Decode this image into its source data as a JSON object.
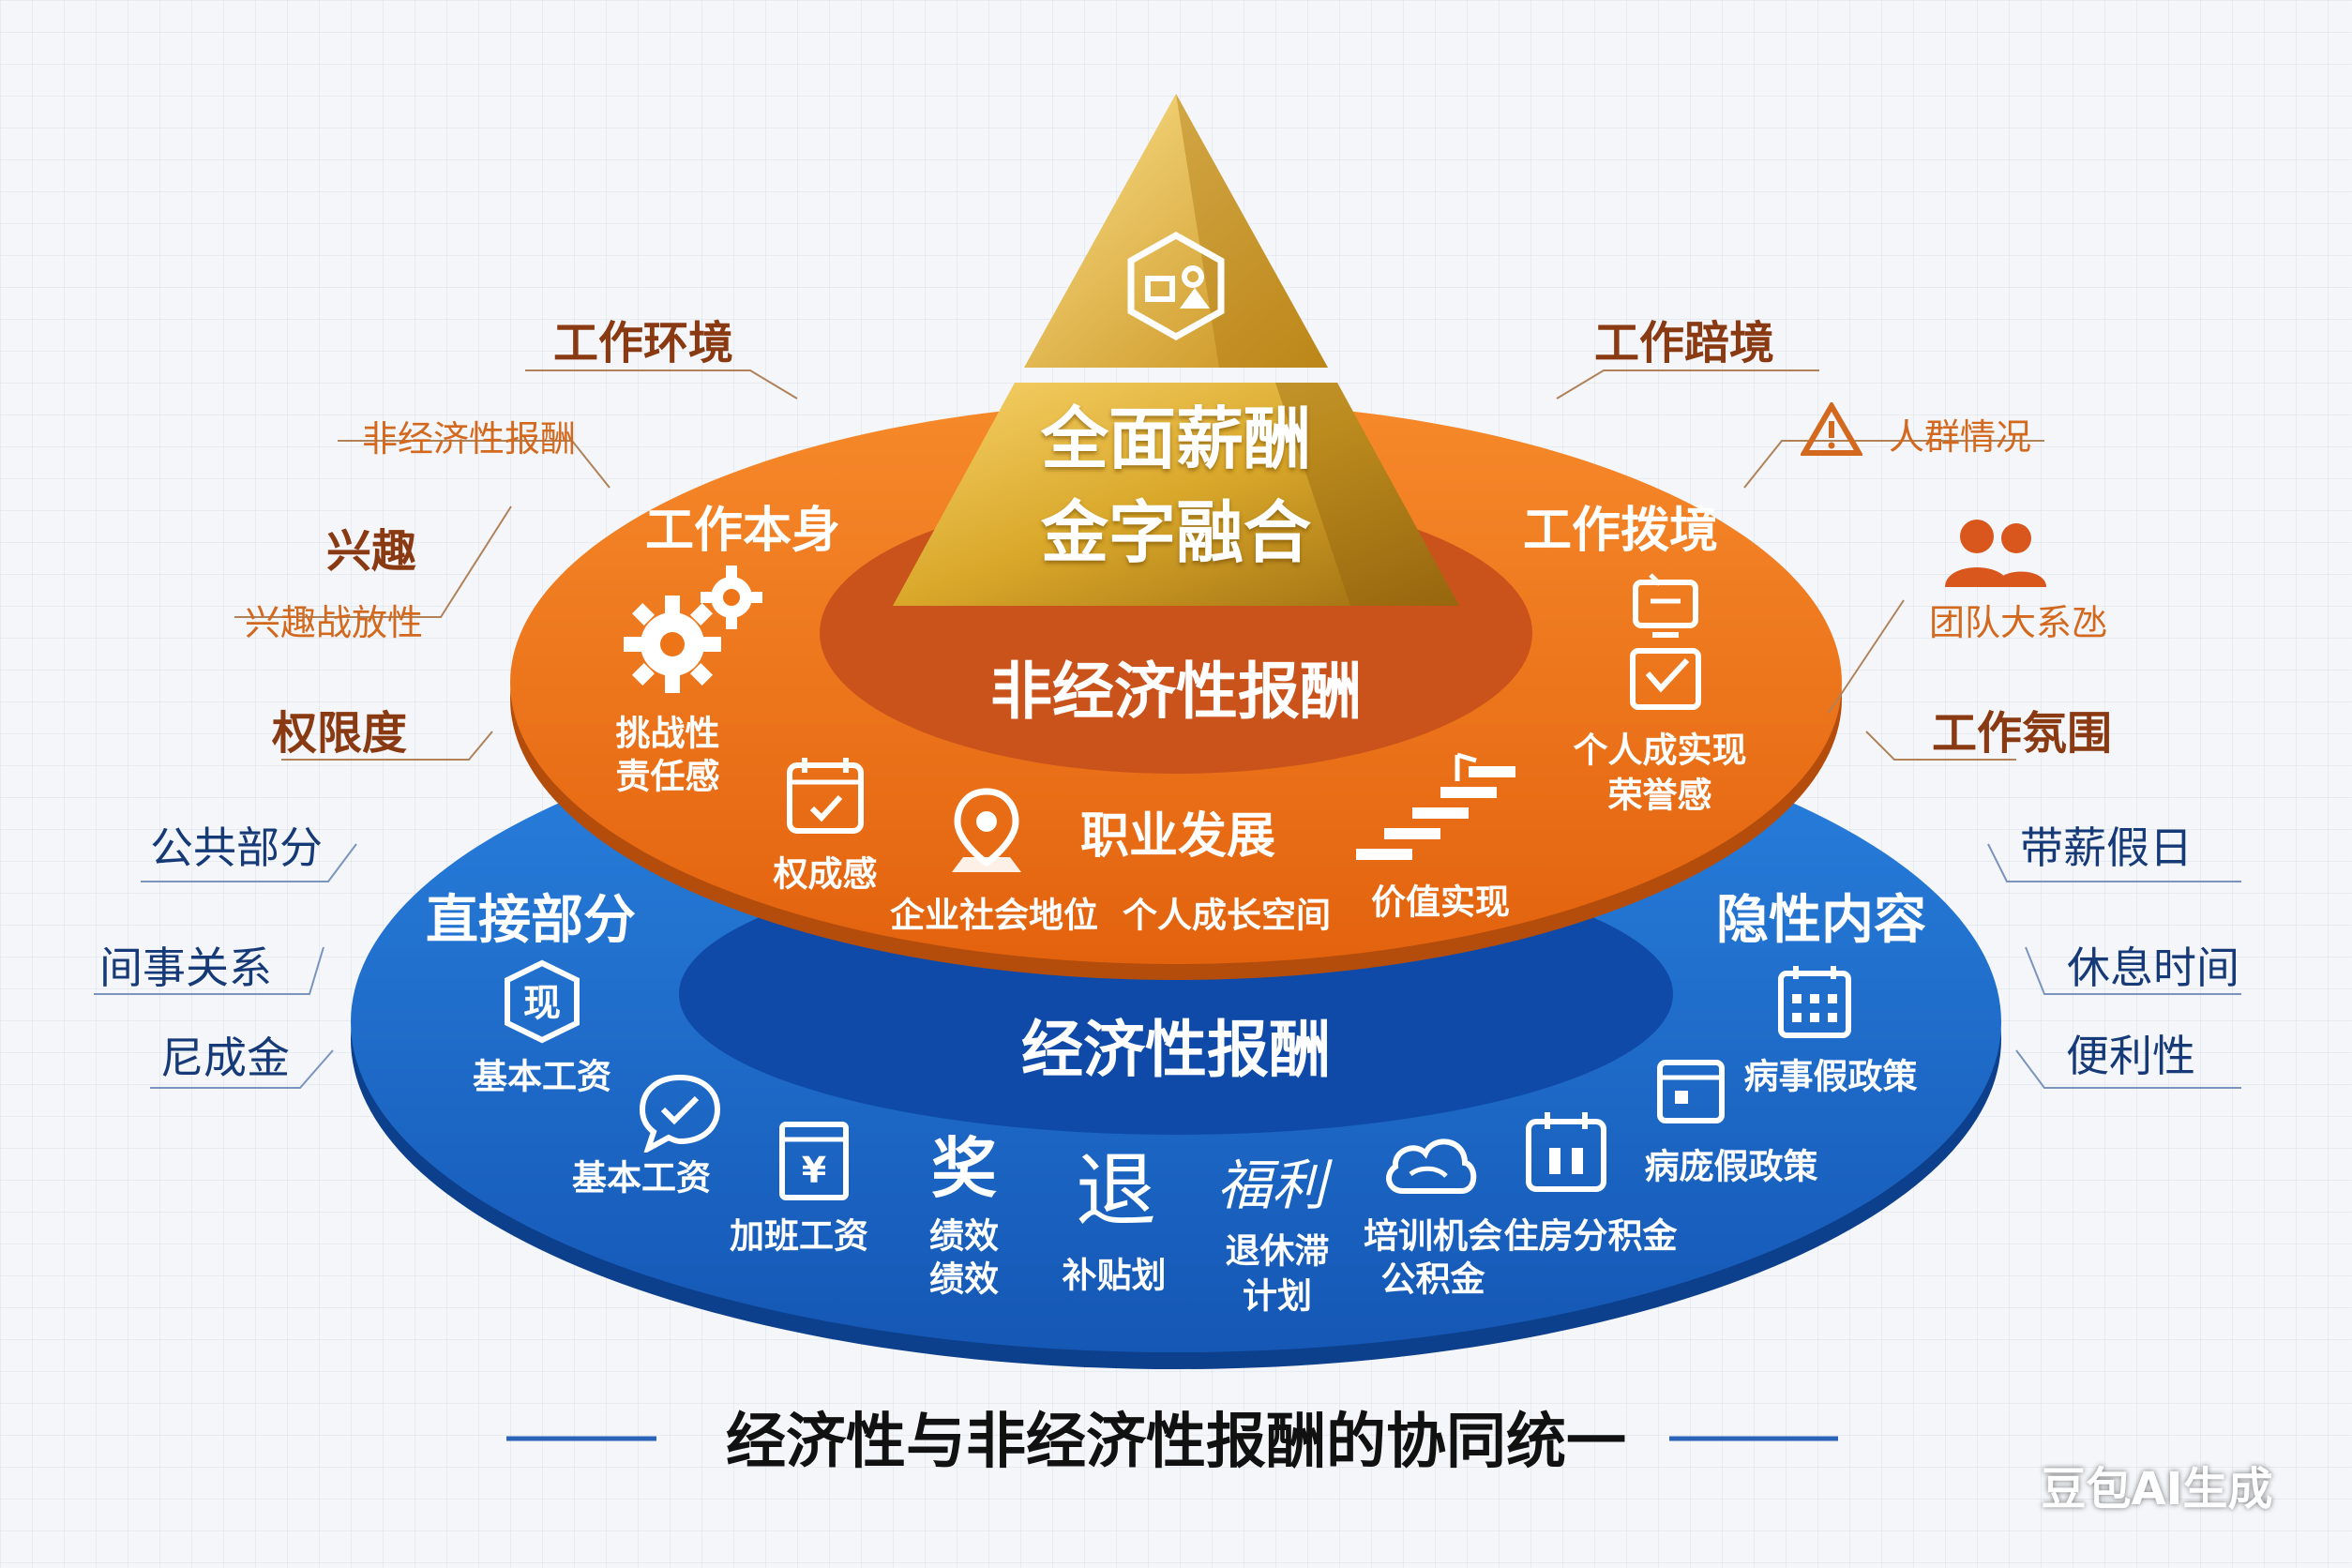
{
  "apex": {
    "line1": "全面薪酬",
    "line2": "金字融合"
  },
  "non_economic": {
    "label": "非经济性报酬",
    "work_itself": "工作本身",
    "challenge": "挑战性",
    "responsibility": "责任感",
    "authority": "权成感",
    "career": "职业发展",
    "social_status": "企业社会地位",
    "growth_space": "个人成长空间",
    "value_realization": "价值实现",
    "work_environment": "工作拨境",
    "self_realization": "个人成实现",
    "honor": "荣誉感"
  },
  "economic": {
    "label": "经济性报酬",
    "direct": "直接部分",
    "cash_glyph": "现",
    "basic_wage_1": "基本工资",
    "basic_wage_2": "基本工资",
    "overtime": "加班工资",
    "bonus_glyph": "奖",
    "performance_1": "绩效",
    "performance_2": "绩效",
    "retire_glyph": "退",
    "subsidy_plan": "补贴划",
    "calligraphy_glyph": "福利",
    "retirement_1": "退休滞",
    "retirement_2": "计划",
    "training": "培训机会",
    "housing_fund": "住房分积金",
    "provident_fund": "公积金",
    "hidden": "隐性内容",
    "sick_leave_1": "病事假政策",
    "sick_leave_2": "病庞假政策"
  },
  "left_labels": {
    "work_env": "工作环境",
    "non_econ": "非经济性报酬",
    "interest": "兴趣",
    "interest_strategy": "兴趣战放性",
    "authority": "权限度",
    "public": "公共部分",
    "colleague": "间事关系",
    "pension": "尼成金"
  },
  "right_labels": {
    "work_env": "工作踣境",
    "crowd": "人群情况",
    "team": "团队大系氹",
    "atmosphere": "工作氛围",
    "paid_leave": "带薪假日",
    "rest": "休息时间",
    "convenience": "便利性"
  },
  "caption": "经济性与非经济性报酬的协同统一",
  "watermark": "豆包AI生成",
  "colors": {
    "orange_ring": "#ee7418",
    "orange_inner": "#c9531b",
    "blue_ring": "#1a6fd0",
    "blue_inner": "#0f4aa8",
    "gold": "#d9a82a",
    "text_brown": "#8a3a12",
    "text_orange": "#d2691e",
    "text_blue": "#163a78"
  },
  "icons": [
    "hexagon-gold-icon",
    "gears-icon",
    "calendar-check-icon",
    "location-pin-icon",
    "stairs-icon",
    "monitor-icon",
    "envelope-check-icon",
    "warning-icon",
    "people-icon",
    "cash-badge-icon",
    "chat-check-icon",
    "yen-receipt-icon",
    "calendar-grid-icon",
    "calendar-card-icon",
    "cloud-icon",
    "calendar-pause-icon"
  ]
}
